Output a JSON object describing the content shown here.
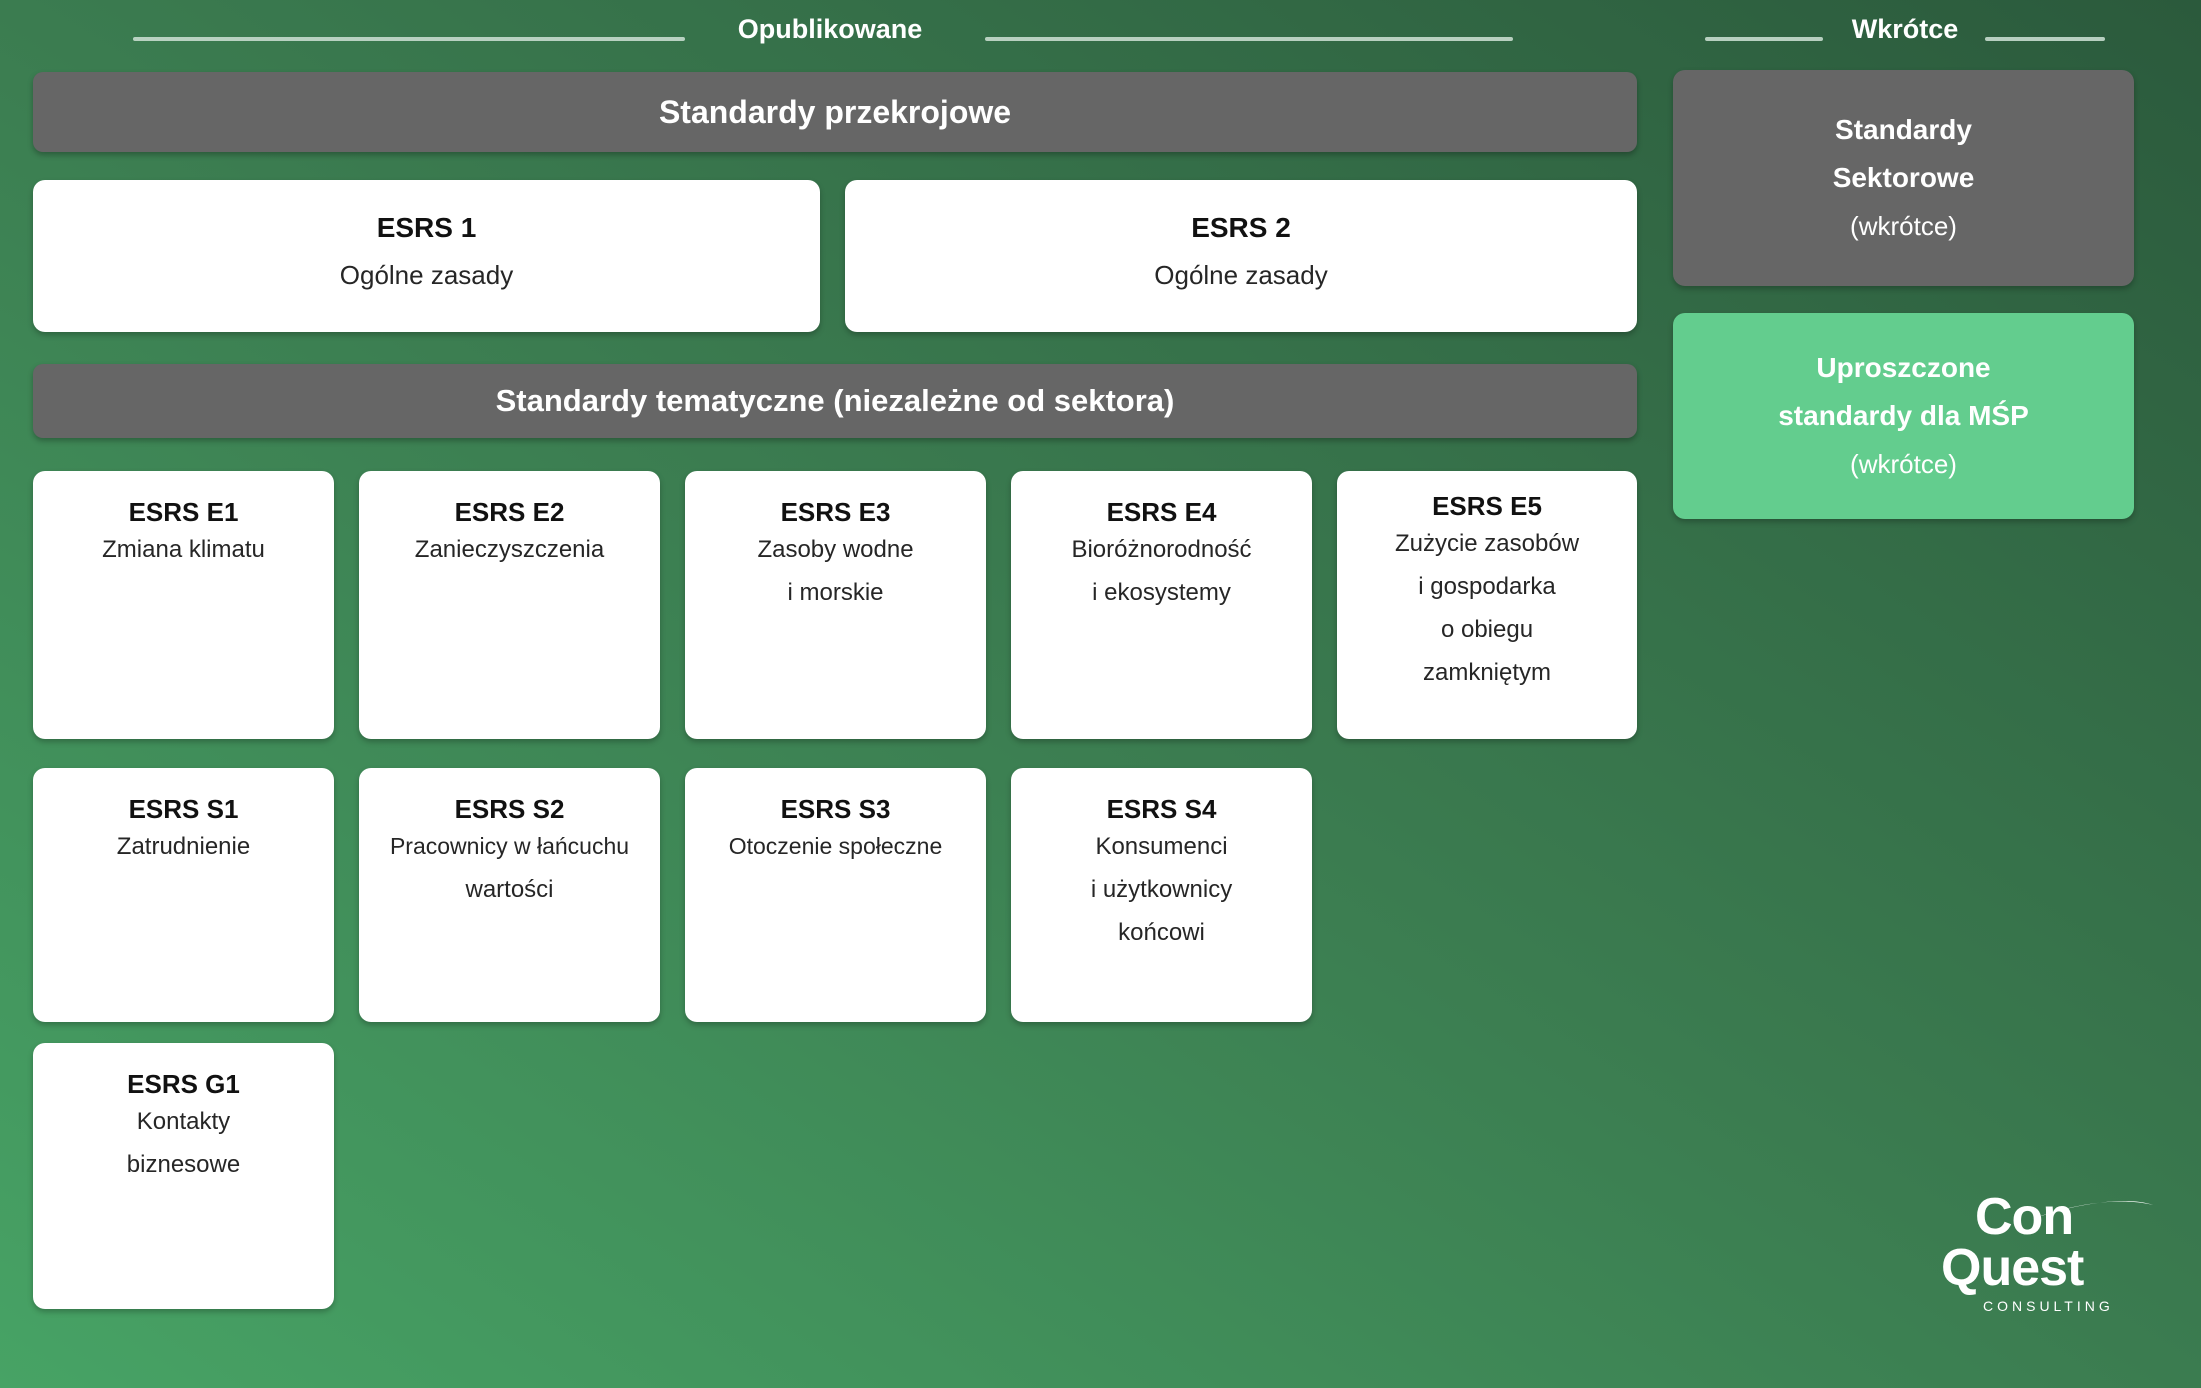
{
  "palette": {
    "bg_dark_green": "#2b5a3c",
    "bg_mid_green": "#3b7c50",
    "bg_light_green": "#47a365",
    "bar_gray": "#666666",
    "card_white": "#ffffff",
    "card_green": "#63cd8e",
    "header_line": "#c3d9cb",
    "text_white": "#ffffff",
    "text_dark": "#1e1e1e"
  },
  "headers": {
    "published": "Opublikowane",
    "soon": "Wkrótce"
  },
  "sections": {
    "cross_cutting_title": "Standardy przekrojowe",
    "topical_title": "Standardy tematyczne (niezależne od sektora)"
  },
  "cross_cutting_cards": [
    {
      "code": "ESRS 1",
      "name_lines": [
        "Ogólne zasady"
      ]
    },
    {
      "code": "ESRS 2",
      "name_lines": [
        "Ogólne zasady"
      ]
    }
  ],
  "environment_cards": [
    {
      "code": "ESRS E1",
      "name_lines": [
        "Zmiana klimatu"
      ]
    },
    {
      "code": "ESRS E2",
      "name_lines": [
        "Zanieczyszczenia"
      ]
    },
    {
      "code": "ESRS E3",
      "name_lines": [
        "Zasoby wodne",
        "i morskie"
      ]
    },
    {
      "code": "ESRS E4",
      "name_lines": [
        "Bioróżnorodność",
        "i ekosystemy"
      ]
    },
    {
      "code": "ESRS E5",
      "name_lines": [
        "Zużycie zasobów",
        "i gospodarka",
        "o obiegu",
        "zamkniętym"
      ]
    }
  ],
  "social_cards": [
    {
      "code": "ESRS S1",
      "name_lines": [
        "Zatrudnienie"
      ]
    },
    {
      "code": "ESRS S2",
      "name_lines": [
        "Pracownicy w łańcuchu",
        "wartości"
      ]
    },
    {
      "code": "ESRS S3",
      "name_lines": [
        "Otoczenie społeczne"
      ]
    },
    {
      "code": "ESRS S4",
      "name_lines": [
        "Konsumenci",
        "i użytkownicy",
        "końcowi"
      ]
    }
  ],
  "governance_cards": [
    {
      "code": "ESRS G1",
      "name_lines": [
        "Kontakty",
        "biznesowe"
      ]
    }
  ],
  "upcoming_cards": [
    {
      "title_line1": "Standardy",
      "title_line2": "Sektorowe",
      "note": "(wkrótce)"
    },
    {
      "title_line1": "Uproszczone",
      "title_line2": "standardy dla MŚP",
      "note": "(wkrótce)"
    }
  ],
  "logo": {
    "line1": "Con",
    "line2": "Quest",
    "sub": "CONSULTING"
  }
}
